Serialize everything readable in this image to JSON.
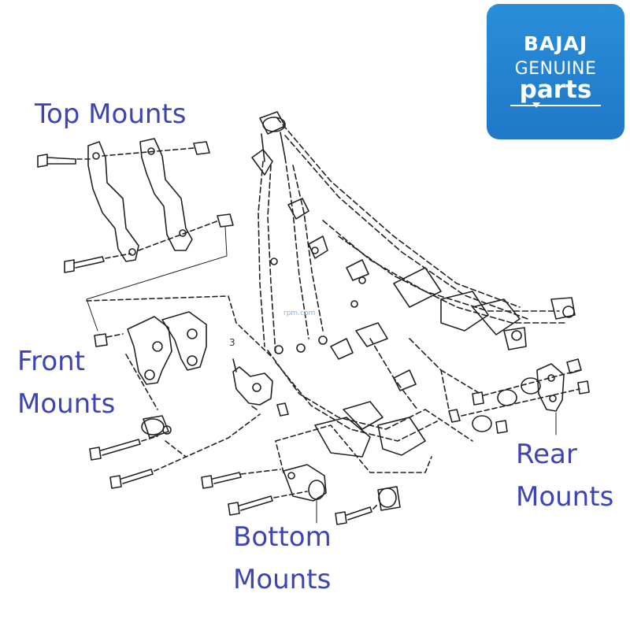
{
  "badge": {
    "brand": "BAJAJ",
    "genuine": "GENUINE",
    "parts": "parts",
    "color": "#1f78c8"
  },
  "labels": {
    "top": [
      "Top Mounts"
    ],
    "front": [
      "Front",
      "Mounts"
    ],
    "rear": [
      "Rear",
      "Mounts"
    ],
    "bottom": [
      "Bottom",
      "Mounts"
    ]
  },
  "part_number": "3",
  "watermark": "rpm.com",
  "colors": {
    "label": "#3d44b5",
    "line": "#222222"
  }
}
